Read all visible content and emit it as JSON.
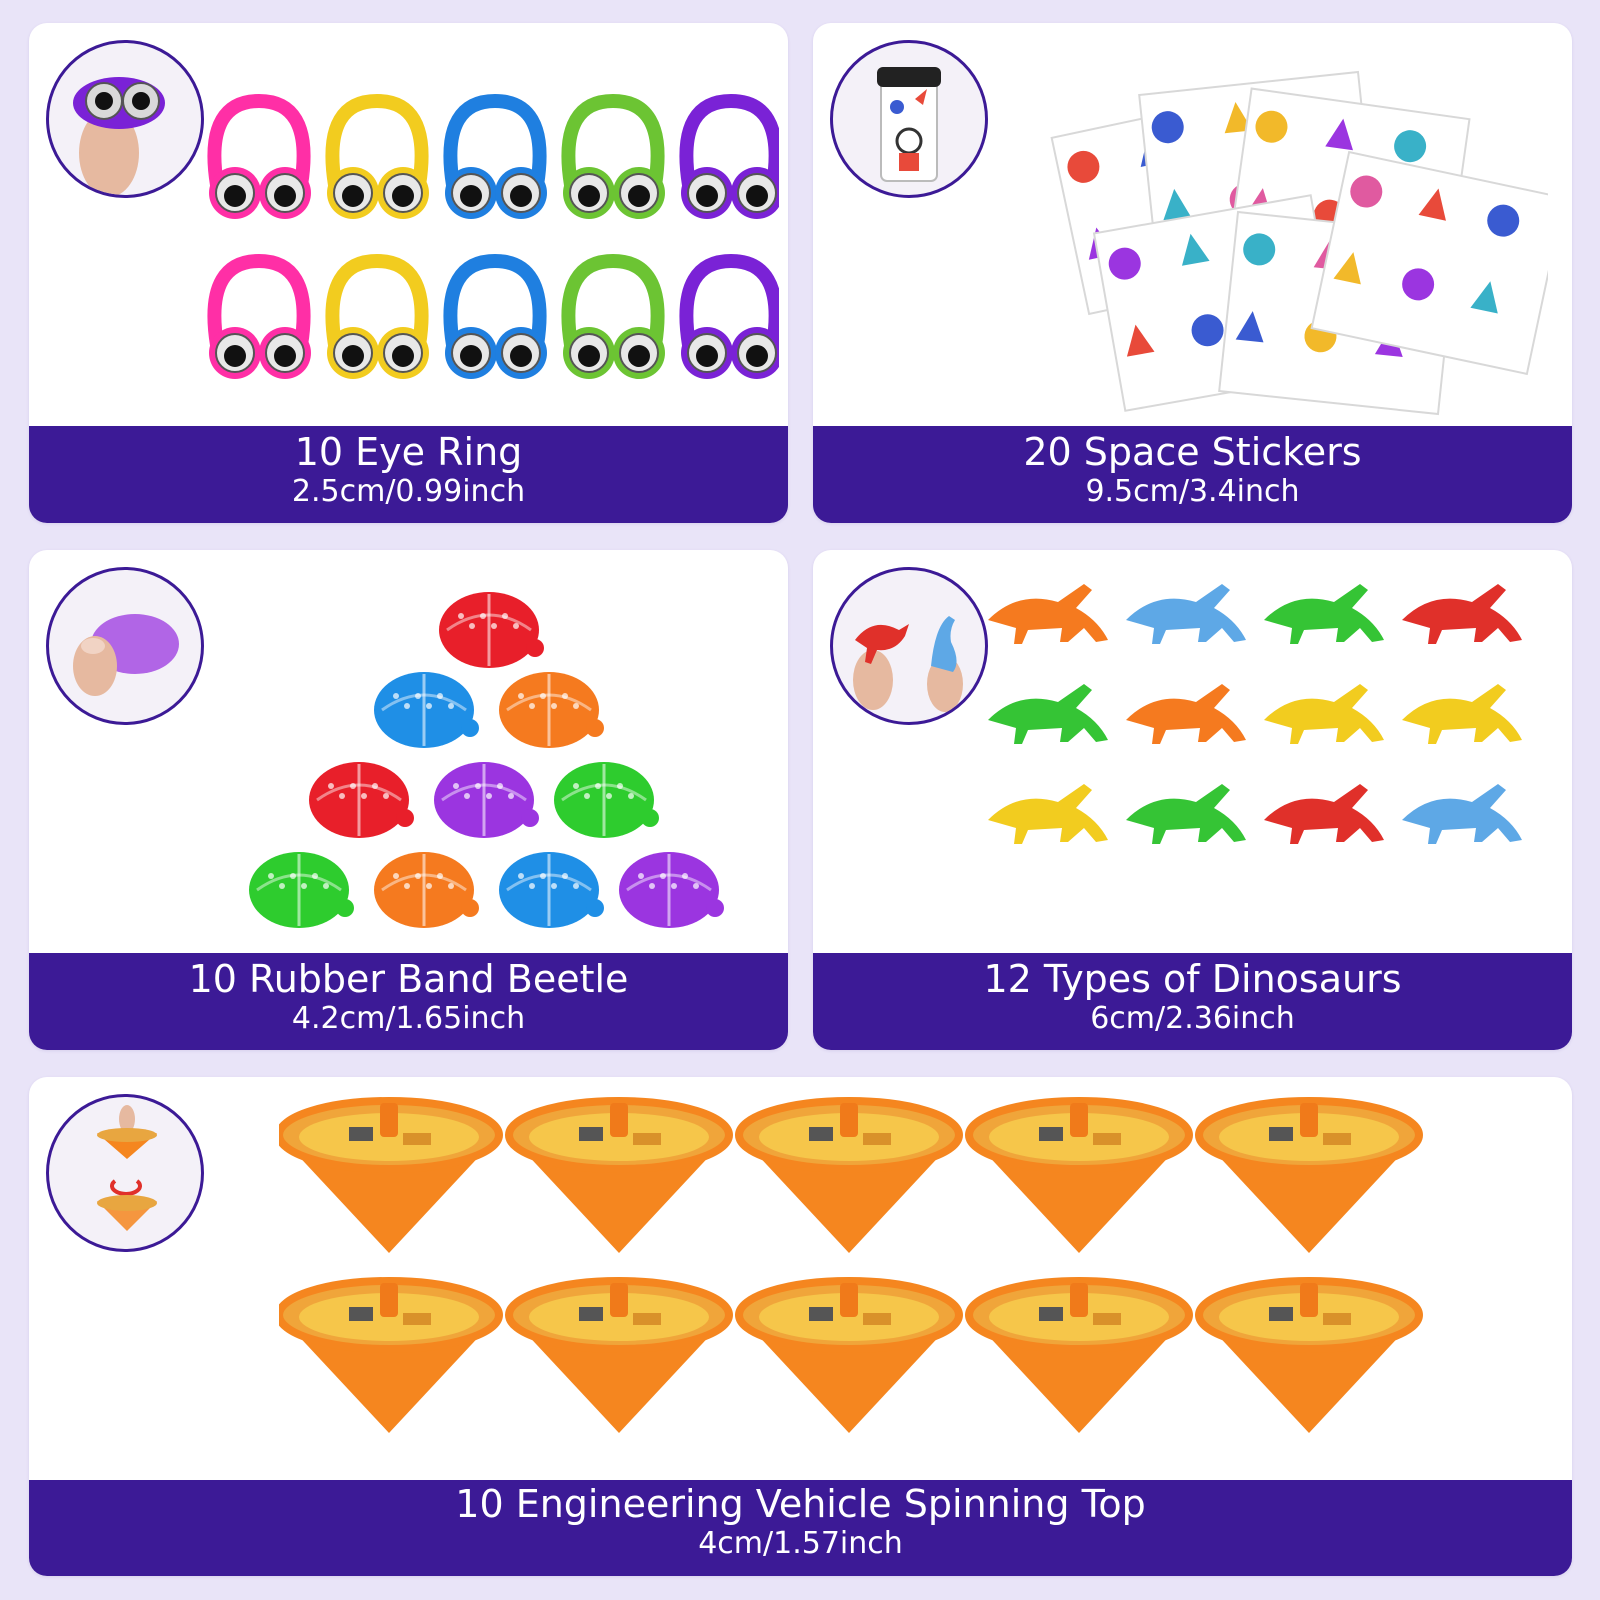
{
  "panels": [
    {
      "title": "10 Eye Ring",
      "size": "2.5cm/0.99inch"
    },
    {
      "title": "20 Space Stickers",
      "size": "9.5cm/3.4inch"
    },
    {
      "title": "10  Rubber Band Beetle",
      "size": "4.2cm/1.65inch"
    },
    {
      "title": "12 Types of Dinosaurs",
      "size": "6cm/2.36inch"
    },
    {
      "title": "10 Engineering Vehicle Spinning Top",
      "size": "4cm/1.57inch"
    }
  ],
  "colors": {
    "background": "#e9e4f8",
    "banner": "#3c1a96",
    "card": "#ffffff",
    "toy_colors": [
      "#ff2fa6",
      "#f2cc1f",
      "#1f7fe0",
      "#6cc433",
      "#7a22d6"
    ],
    "beetle_colors": [
      "#e81f2a",
      "#1f8fe6",
      "#f57a1f",
      "#9b35e0",
      "#2ecc2e"
    ],
    "top_orange": "#f5861f"
  },
  "icons": {
    "eye_ring_inset": "finger-eye-ring-icon",
    "stickers_inset": "sticker-cup-icon",
    "beetle_inset": "finger-beetle-icon",
    "dino_inset": "hand-dinosaur-icon",
    "top_inset": "spinning-top-icon"
  }
}
